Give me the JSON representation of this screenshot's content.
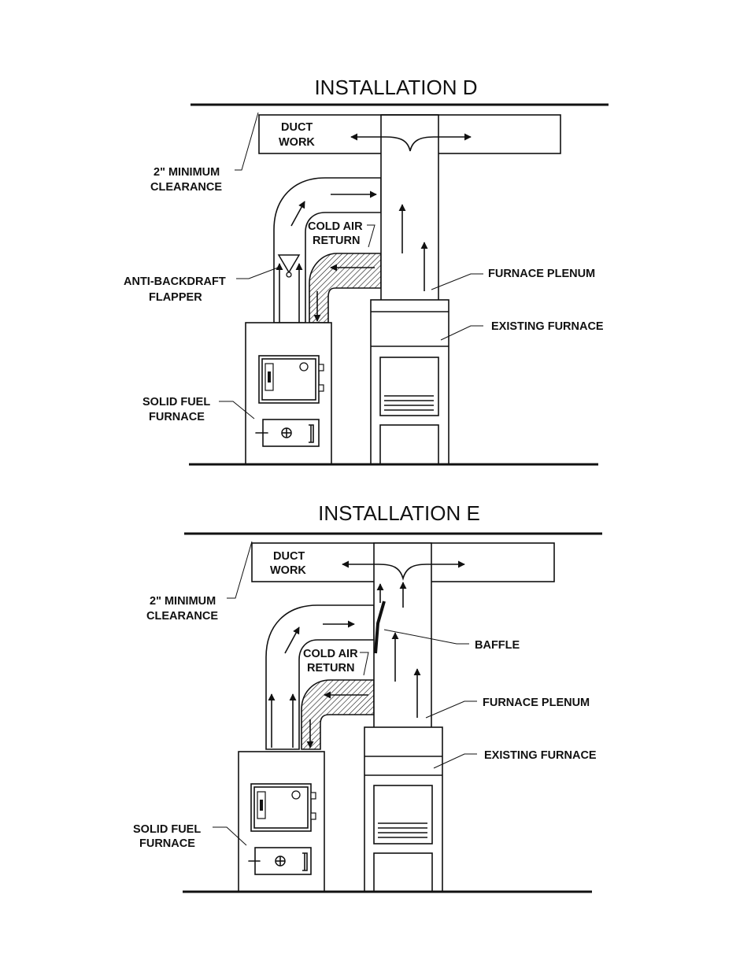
{
  "diagrams": [
    {
      "title": "INSTALLATION  D",
      "labels": {
        "duct_work": [
          "DUCT",
          "WORK"
        ],
        "min_clearance": [
          "2\" MINIMUM",
          "CLEARANCE"
        ],
        "cold_air_return": [
          "COLD AIR",
          "RETURN"
        ],
        "anti_backdraft": [
          "ANTI-BACKDRAFT",
          "FLAPPER"
        ],
        "furnace_plenum": "FURNACE PLENUM",
        "existing_furnace": "EXISTING FURNACE",
        "solid_fuel": [
          "SOLID FUEL",
          "FURNACE"
        ]
      }
    },
    {
      "title": "INSTALLATION E",
      "labels": {
        "duct_work": [
          "DUCT",
          "WORK"
        ],
        "min_clearance": [
          "2\" MINIMUM",
          "CLEARANCE"
        ],
        "cold_air_return": [
          "COLD AIR",
          "RETURN"
        ],
        "baffle": "BAFFLE",
        "furnace_plenum": "FURNACE PLENUM",
        "existing_furnace": "EXISTING FURNACE",
        "solid_fuel": [
          "SOLID FUEL",
          "FURNACE"
        ]
      }
    }
  ],
  "colors": {
    "ink": "#111111",
    "paper": "#ffffff"
  }
}
